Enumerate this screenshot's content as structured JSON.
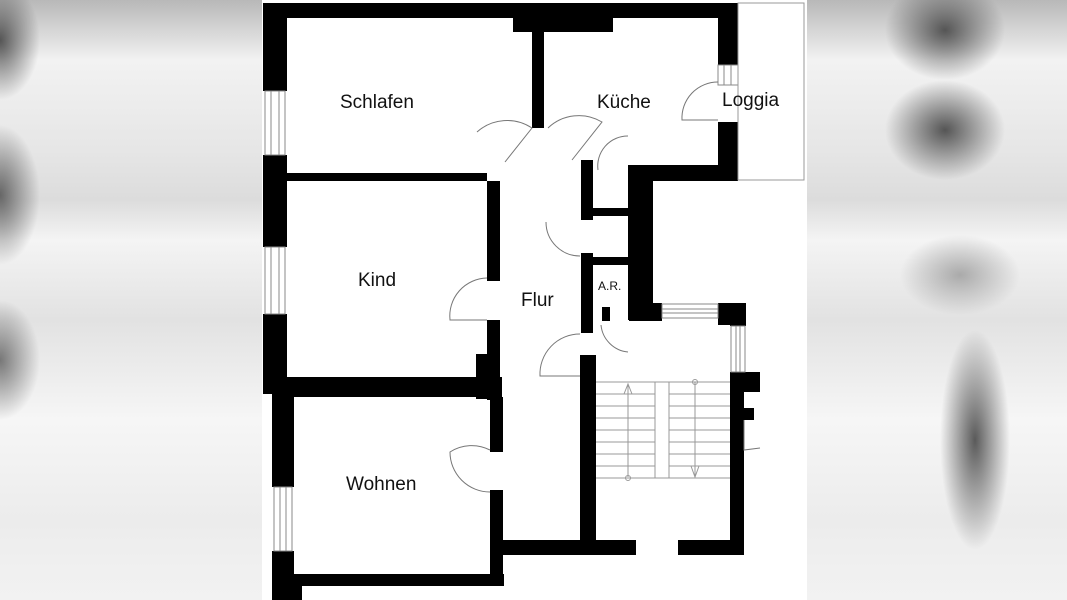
{
  "floorplan": {
    "rooms": [
      {
        "id": "schlafen",
        "label": "Schlafen"
      },
      {
        "id": "kueche",
        "label": "Küche"
      },
      {
        "id": "loggia",
        "label": "Loggia"
      },
      {
        "id": "kind",
        "label": "Kind"
      },
      {
        "id": "flur",
        "label": "Flur"
      },
      {
        "id": "abstellraum",
        "label": "A.R."
      },
      {
        "id": "wohnen",
        "label": "Wohnen"
      }
    ],
    "colors": {
      "wall": "#000000",
      "floor": "#ffffff",
      "thin_line": "#888888",
      "background_blur": "#e8e8e8"
    }
  }
}
